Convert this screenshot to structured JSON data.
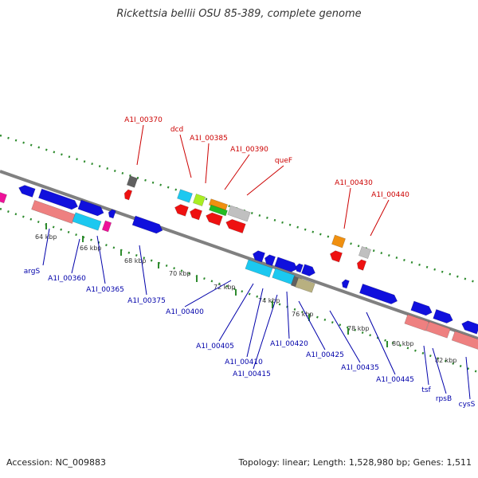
{
  "title": "Rickettsia bellii OSU 85-389, complete genome",
  "footer": {
    "accession": "Accession: NC_009883",
    "summary": "Topology: linear; Length: 1,528,980 bp; Genes: 1,511"
  },
  "colors": {
    "backbone": "#808080",
    "dots": "#2e8b2e",
    "label_top": "#cc0000",
    "label_bottom": "#0000aa",
    "forward_gene": "#1010dd",
    "reverse_gene": "#ee1111",
    "pink": "#ee8080",
    "cyan": "#1cc8f0",
    "magenta": "#ee1199",
    "gray": "#c0c0c0",
    "dark_gray": "#606060",
    "orange": "#f09010",
    "lime": "#aaee22",
    "green": "#22bb22",
    "olive": "#b8b080"
  },
  "ticks": [
    "64 kbp",
    "66 kbp",
    "68 kbp",
    "70 kbp",
    "72 kbp",
    "74 kbp",
    "76 kbp",
    "78 kbp",
    "80 kbp",
    "82 kbp"
  ],
  "top_labels": [
    "A1I_00370",
    "dcd",
    "A1I_00385",
    "A1I_00390",
    "queF",
    "A1I_00430",
    "A1I_00440"
  ],
  "bottom_labels": [
    "argS",
    "A1I_00360",
    "A1I_00365",
    "A1I_00375",
    "A1I_00400",
    "A1I_00405",
    "A1I_00410",
    "A1I_00415",
    "A1I_00420",
    "A1I_00425",
    "A1I_00435",
    "A1I_00445",
    "tsf",
    "rpsB",
    "cysS"
  ]
}
